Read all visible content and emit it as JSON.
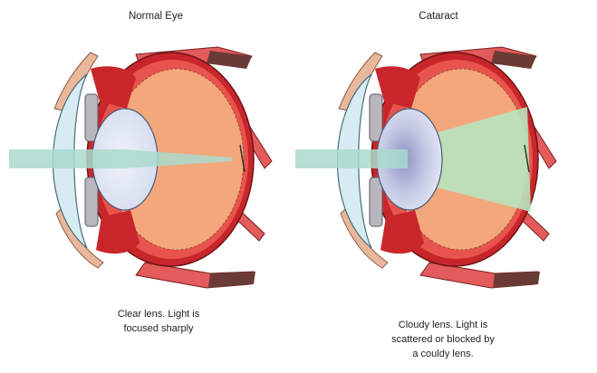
{
  "panels": [
    {
      "title": "Normal Eye",
      "caption_lines": [
        "Clear lens. Light is",
        "focused sharply"
      ],
      "lens_state": "clear"
    },
    {
      "title": "Cataract",
      "caption_lines": [
        "Cloudy lens. Light is",
        "scattered or blocked by",
        "a couldy lens."
      ],
      "lens_state": "cloudy"
    }
  ],
  "colors": {
    "light_beam": "#a9dbcc",
    "scattered_light": "#b7e4bd",
    "sclera_outer": "#c8262b",
    "choroid": "#e8544d",
    "vitreous": "#f4a77a",
    "lens_clear": "#dfe6f4",
    "lens_cloudy": "#aeb6d8",
    "cornea": "#d6ecf2",
    "iris": "#b9b6bd",
    "eyelid": "#e9b89b",
    "muscle": "#e35b5b"
  }
}
